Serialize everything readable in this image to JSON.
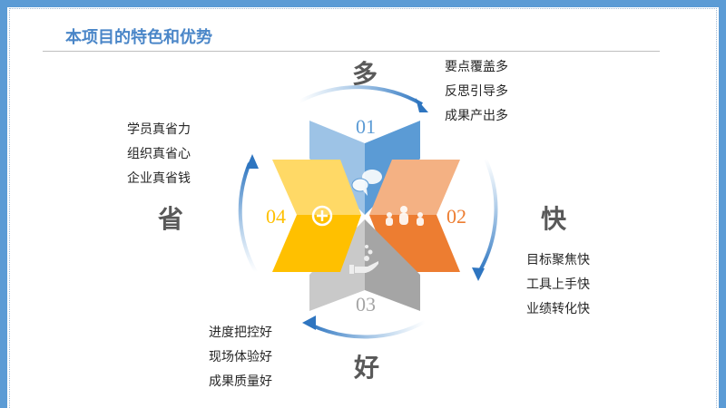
{
  "title": "本项目的特色和优势",
  "sections": [
    {
      "number": "01",
      "heading": "多",
      "icon": "chat-bubbles-icon",
      "items": [
        "要点覆盖多",
        "反思引导多",
        "成果产出多"
      ],
      "colors": [
        "#9dc3e6",
        "#5b9bd5"
      ]
    },
    {
      "number": "02",
      "heading": "快",
      "icon": "family-icon",
      "items": [
        "目标聚焦快",
        "工具上手快",
        "业绩转化快"
      ],
      "colors": [
        "#f4b183",
        "#ed7d31"
      ]
    },
    {
      "number": "03",
      "heading": "好",
      "icon": "hand-coins-icon",
      "items": [
        "进度把控好",
        "现场体验好",
        "成果质量好"
      ],
      "colors": [
        "#c9c9c9",
        "#a5a5a5"
      ]
    },
    {
      "number": "04",
      "heading": "省",
      "icon": "plus-circle-icon",
      "items": [
        "学员真省力",
        "组织真省心",
        "企业真省钱"
      ],
      "colors": [
        "#ffd966",
        "#ffc000"
      ]
    }
  ]
}
